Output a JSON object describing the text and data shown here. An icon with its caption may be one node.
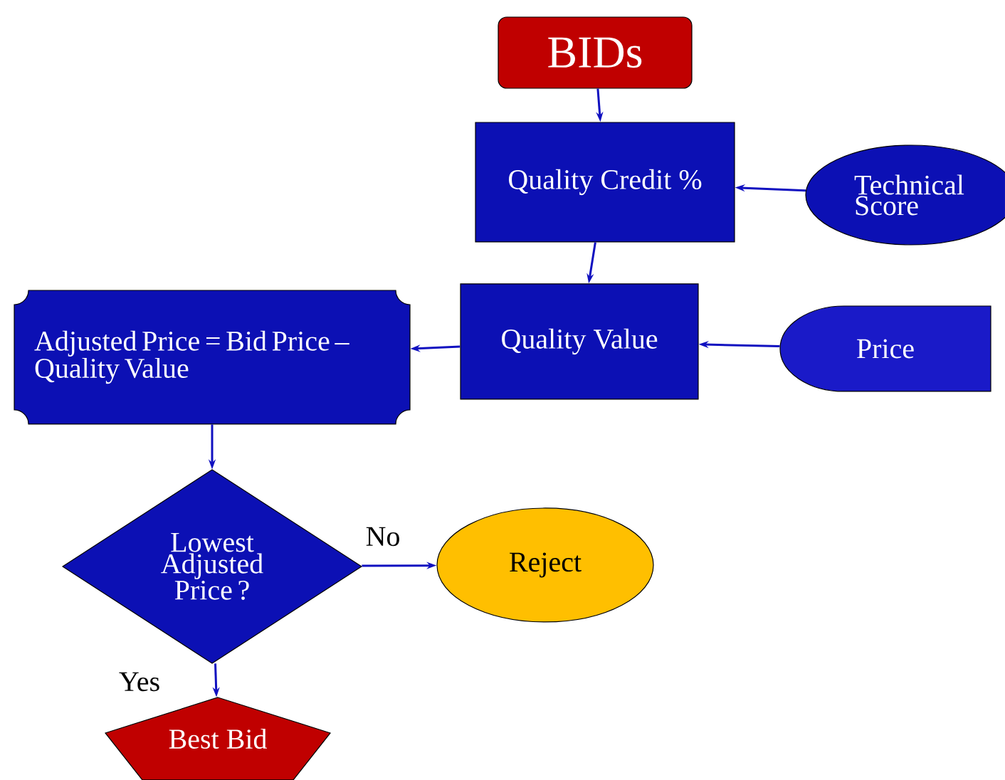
{
  "diagram": {
    "nodes": [
      {
        "text": [
          "BIDs"
        ]
      },
      {
        "text": [
          "Quality Credit %"
        ]
      },
      {
        "text": [
          "Technical Score"
        ]
      },
      {
        "text": [
          "Quality Value"
        ]
      },
      {
        "text": [
          "Adjusted Price = Bid Price – Quality Value"
        ]
      },
      {
        "text": [
          "Price"
        ]
      },
      {
        "text": [
          "Lowest Adjusted Price ?"
        ]
      },
      {
        "text": [
          "Reject"
        ]
      },
      {
        "text": [
          "Best Bid"
        ]
      }
    ],
    "edges": [
      {
        "from": 0,
        "to": 1,
        "arrow": "to"
      },
      {
        "from": 2,
        "to": 1,
        "arrow": "to"
      },
      {
        "from": 1,
        "to": 3,
        "arrow": "to"
      },
      {
        "from": 5,
        "to": 3,
        "arrow": "to"
      },
      {
        "from": 3,
        "to": 4,
        "arrow": "to"
      },
      {
        "from": 4,
        "to": 6,
        "arrow": "to"
      },
      {
        "from": 6,
        "to": 7,
        "arrow": "to",
        "label": "No"
      },
      {
        "from": 6,
        "to": 8,
        "arrow": "to",
        "label": "Yes"
      }
    ]
  }
}
